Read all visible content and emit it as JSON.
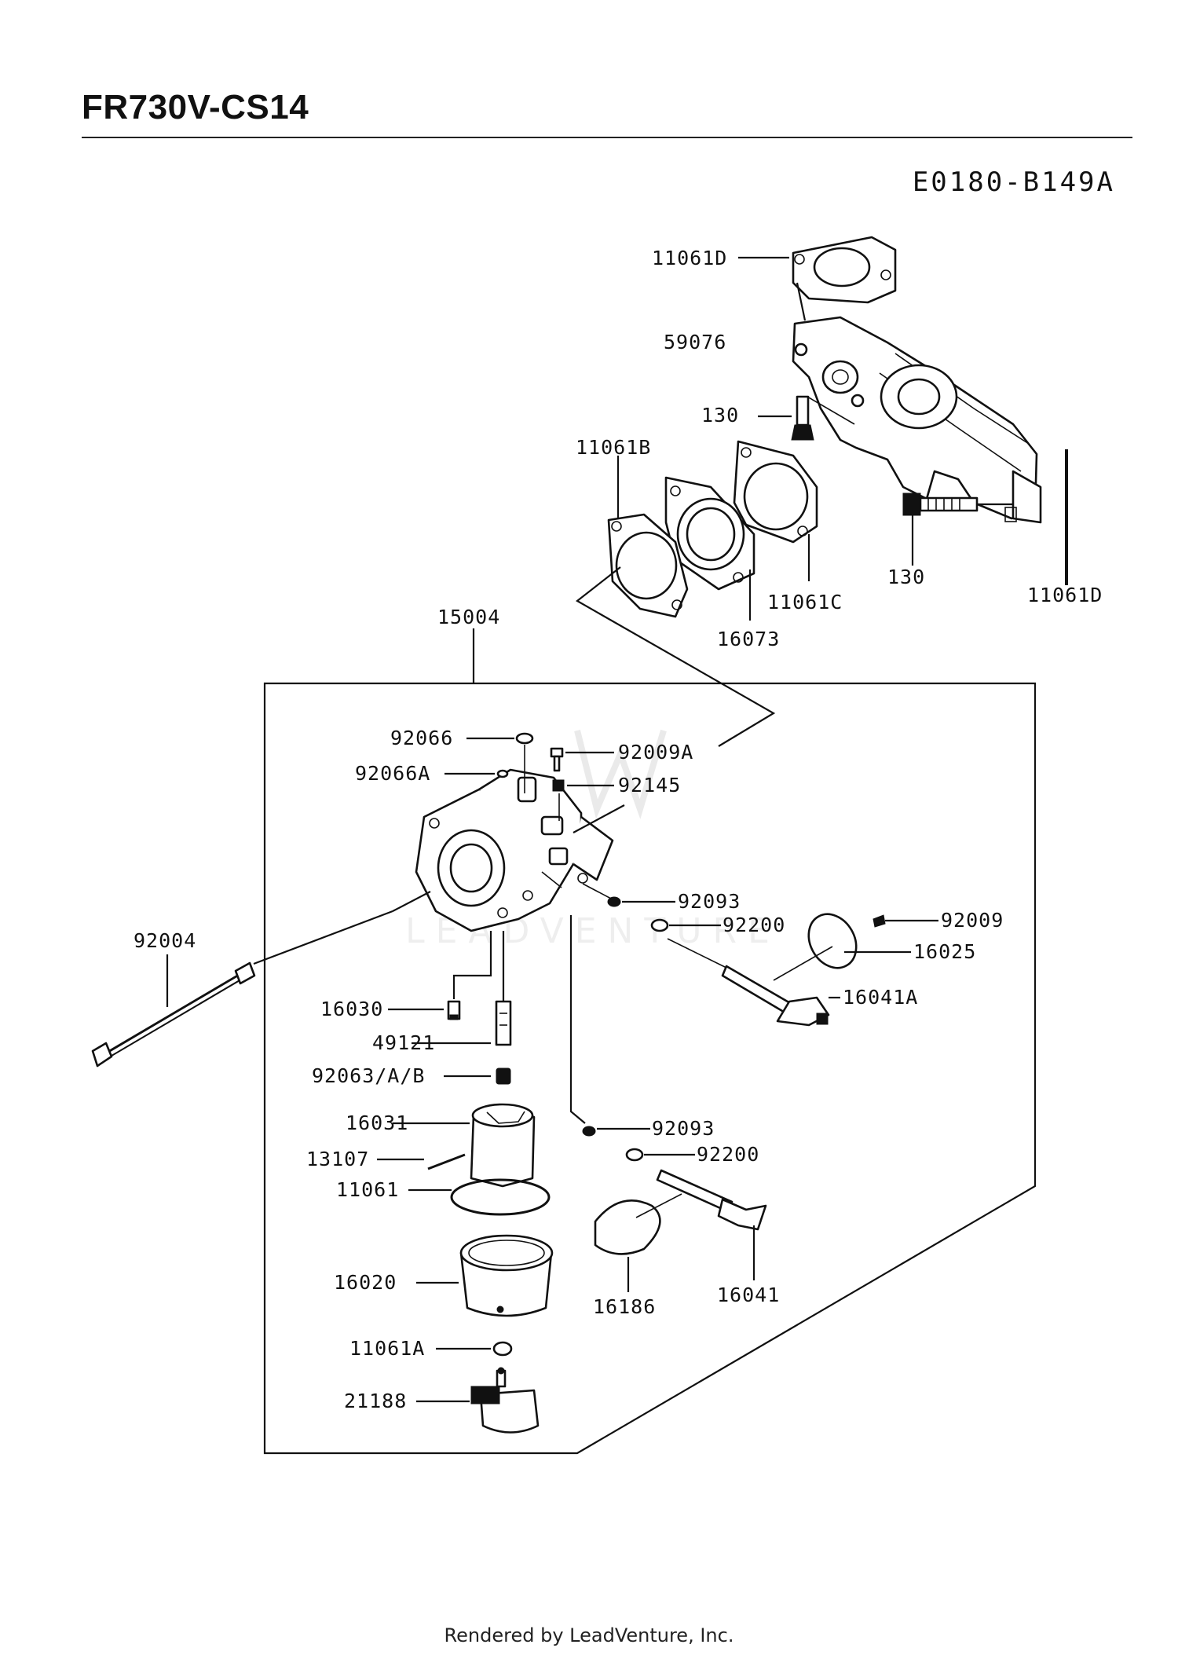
{
  "header": {
    "model": "FR730V-CS14",
    "diagram_code": "E0180-B149A"
  },
  "parts": {
    "p11061D_top": "11061D",
    "p59076": "59076",
    "p130_a": "130",
    "p11061B": "11061B",
    "p130_b": "130",
    "p11061C": "11061C",
    "p16073": "16073",
    "p11061D_side": "11061D",
    "p15004": "15004",
    "p92066": "92066",
    "p92066A": "92066A",
    "p92009A": "92009A",
    "p92145": "92145",
    "p92093_a": "92093",
    "p92200_a": "92200",
    "p92009": "92009",
    "p16025": "16025",
    "p16041A": "16041A",
    "p92004": "92004",
    "p16030": "16030",
    "p49121": "49121",
    "p92063": "92063/A/B",
    "p16031": "16031",
    "p92093_b": "92093",
    "p13107": "13107",
    "p92200_b": "92200",
    "p11061": "11061",
    "p16020": "16020",
    "p16186": "16186",
    "p16041": "16041",
    "p11061A": "11061A",
    "p21188": "21188"
  },
  "watermark": "LEADVENTURE",
  "footer": "Rendered by LeadVenture, Inc."
}
